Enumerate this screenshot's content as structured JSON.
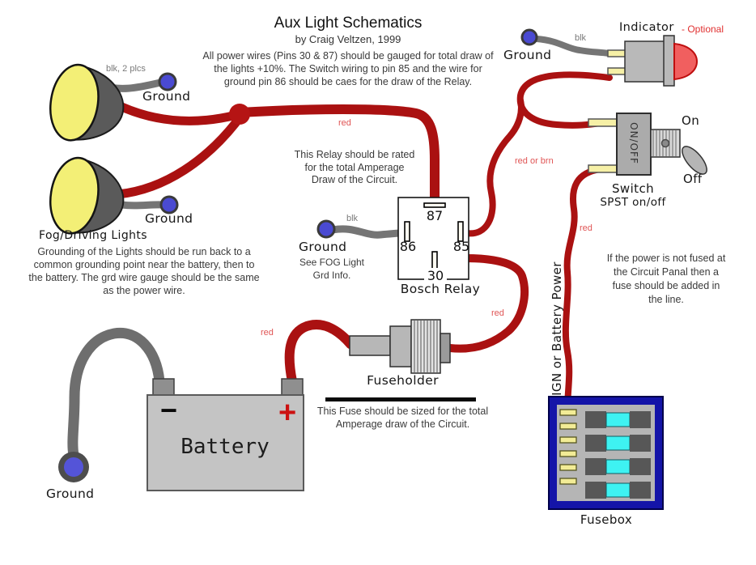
{
  "header": {
    "title": "Aux Light Schematics",
    "byline": "by Craig Veltzen, 1999",
    "note_lines": [
      "All power wires (Pins 30 & 87) should be gauged for total draw of",
      "the lights +10%.   The Switch wiring to pin 85 and the wire for",
      "ground pin 86 should be caes for the draw of the Relay."
    ]
  },
  "fog_lights": {
    "label": "Fog/Driving Lights",
    "ground_top_label": "Ground",
    "ground_bottom_label": "Ground",
    "wire_note": "blk, 2 plcs",
    "note_lines": [
      "Grounding of the Lights should be run back to a",
      "common grounding point near the battery, then to",
      "the battery.  The grd wire gauge should be the same",
      "as the power wire."
    ]
  },
  "relay": {
    "label": "Bosch Relay",
    "pin_87": "87",
    "pin_86": "86",
    "pin_85": "85",
    "pin_30": "30",
    "note_lines": [
      "This Relay should be rated",
      "for the total Amperage",
      "Draw of the Circuit."
    ],
    "ground_label": "Ground",
    "ground_note_lines": [
      "See FOG Light",
      "Grd Info."
    ],
    "wire_note": "blk"
  },
  "indicator": {
    "label": "Indicator",
    "optional_note": "- Optional",
    "ground_label": "Ground",
    "wire_note": "blk"
  },
  "switch": {
    "body_label": "ON/OFF",
    "on_label": "On",
    "off_label": "Off",
    "name_line1": "Switch",
    "name_line2": "SPST on/off"
  },
  "power": {
    "ign_label": "IGN or Battery Power",
    "note_lines": [
      "If the power is not fused at",
      "the Circuit Panal then a",
      "fuse should be added in",
      "the line."
    ]
  },
  "battery": {
    "label": "Battery",
    "minus": "−",
    "plus": "+",
    "ground_label": "Ground"
  },
  "fuseholder": {
    "label": "Fuseholder",
    "note_lines": [
      "This Fuse should be sized for the total",
      "Amperage draw of the Circuit."
    ]
  },
  "fusebox": {
    "label": "Fusebox"
  },
  "wire_labels": {
    "main_red": "red",
    "trigger": "red or brn",
    "switch_feed": "red",
    "battery_red": "red",
    "relay_30_red": "red"
  },
  "colors": {
    "wire_red": "#aa1111",
    "wire_gray": "#757575",
    "ground_blue": "#4a4ad2",
    "lens_yellow": "#f3ef76",
    "pin_yellow": "#f6f0a6",
    "fuse_cyan": "#3ef2f2",
    "fusebox_navy": "#1414a8",
    "label_red": "#e05555",
    "optional_red": "#e03030"
  }
}
